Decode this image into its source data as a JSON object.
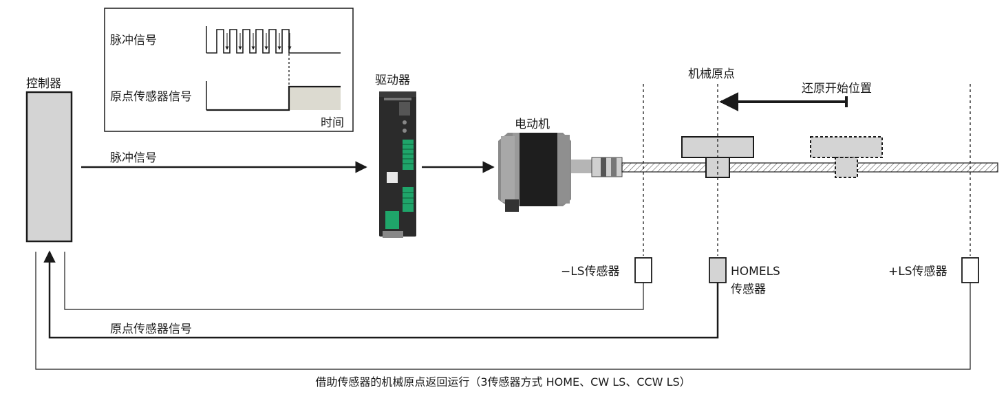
{
  "inset": {
    "pulse_label": "脉冲信号",
    "home_sensor_label": "原点传感器信号",
    "time_label": "时间"
  },
  "controller": {
    "label": "控制器"
  },
  "driver": {
    "label": "驱动器"
  },
  "motor": {
    "label": "电动机"
  },
  "pulse_signal_label": "脉冲信号",
  "home_signal_label": "原点传感器信号",
  "mechanical_origin_label": "机械原点",
  "return_start_label": "还原开始位置",
  "sensors": {
    "minus_ls": "−LS传感器",
    "home_ls_line1": "HOMELS",
    "home_ls_line2": "传感器",
    "plus_ls": "+LS传感器"
  },
  "caption": "借助传感器的机械原点返回运行（3传感器方式 HOME、CW LS、CCW LS）",
  "colors": {
    "line": "#1a1a1a",
    "gray_fill": "#d4d4d4",
    "dark_gray": "#555555",
    "signal_fill": "#dcdad0"
  }
}
